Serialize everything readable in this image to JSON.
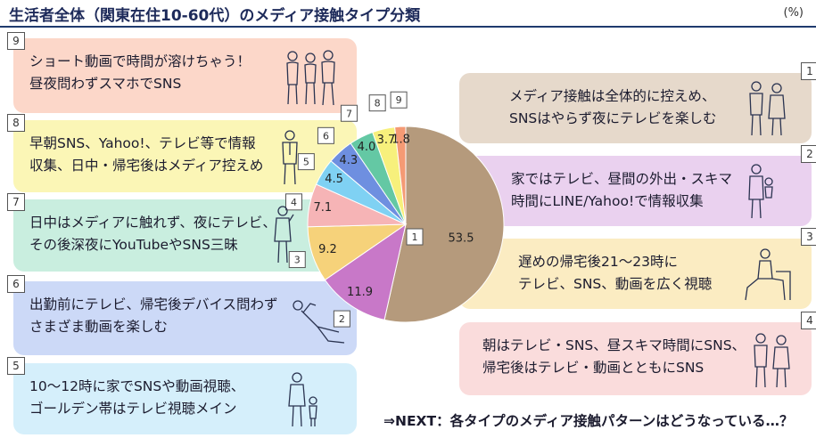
{
  "header": {
    "title": "生活者全体（関東在住10-60代）のメディア接触タイプ分類",
    "unit": "(%)"
  },
  "chart_data": {
    "type": "pie",
    "slices": [
      {
        "label": "1",
        "value": 53.5,
        "color": "#b59a7c"
      },
      {
        "label": "2",
        "value": 11.9,
        "color": "#c878c8"
      },
      {
        "label": "3",
        "value": 9.2,
        "color": "#f6d27a"
      },
      {
        "label": "4",
        "value": 7.1,
        "color": "#f6b4b6"
      },
      {
        "label": "5",
        "value": 4.5,
        "color": "#7fd1f3"
      },
      {
        "label": "6",
        "value": 4.3,
        "color": "#6e8fe0"
      },
      {
        "label": "7",
        "value": 4.0,
        "color": "#64c8a4"
      },
      {
        "label": "8",
        "value": 3.7,
        "color": "#f7f07c"
      },
      {
        "label": "9",
        "value": 1.8,
        "color": "#f59a74"
      }
    ]
  },
  "types": {
    "t9": {
      "badge": "9",
      "line1": "ショート動画で時間が溶けちゃう！",
      "line2": "昼夜問わずスマホでSNS",
      "color": "#fcd7c9"
    },
    "t8": {
      "badge": "8",
      "line1": "早朝SNS、Yahoo!、テレビ等で情報",
      "line2": "収集、日中・帰宅後はメディア控えめ",
      "color": "#fbf6b6"
    },
    "t7": {
      "badge": "7",
      "line1": "日中はメディアに触れず、夜にテレビ、",
      "line2": "その後深夜にYouTubeやSNS三昧",
      "color": "#c9eedf"
    },
    "t6": {
      "badge": "6",
      "line1": "出勤前にテレビ、帰宅後デバイス問わず",
      "line2": "さまざま動画を楽しむ",
      "color": "#ccd9f7"
    },
    "t5": {
      "badge": "5",
      "line1": "10～12時に家でSNSや動画視聴、",
      "line2": "ゴールデン帯はテレビ視聴メイン",
      "color": "#d5effb"
    },
    "t1": {
      "badge": "1",
      "line1": "メディア接触は全体的に控えめ、",
      "line2": "SNSはやらず夜にテレビを楽しむ",
      "color": "#e6d9cb"
    },
    "t2": {
      "badge": "2",
      "line1": "家ではテレビ、昼間の外出・スキマ",
      "line2": "時間にLINE/Yahoo!で情報収集",
      "color": "#ead1ef"
    },
    "t3": {
      "badge": "3",
      "line1": "遅めの帰宅後21～23時に",
      "line2": "テレビ、SNS、動画を広く視聴",
      "color": "#fbecc2"
    },
    "t4": {
      "badge": "4",
      "line1": "朝はテレビ・SNS、昼スキマ時間にSNS、",
      "line2": "帰宅後はテレビ・動画とともにSNS",
      "color": "#fadcdc"
    }
  },
  "footer": {
    "next": "⇒NEXT：各タイプのメディア接触パターンはどうなっている…？"
  }
}
